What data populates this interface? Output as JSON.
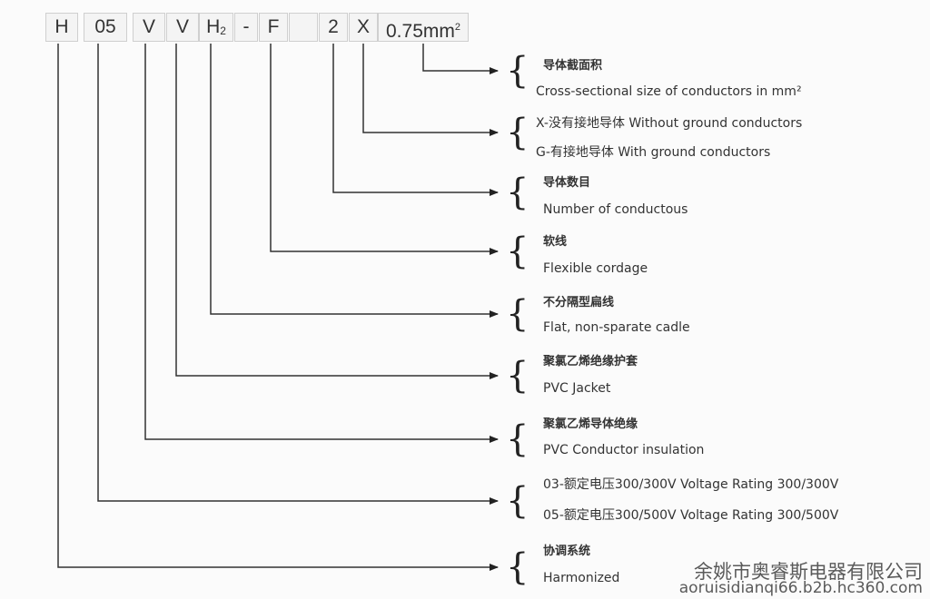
{
  "code_parts": [
    {
      "text": "H"
    },
    {
      "text": "05"
    },
    {
      "text": "V"
    },
    {
      "text": "V"
    },
    {
      "text": "H",
      "sub": "2"
    },
    {
      "text": "-"
    },
    {
      "text": "F"
    },
    {
      "text": ""
    },
    {
      "text": "2"
    },
    {
      "text": "X"
    },
    {
      "text": "0.75mm",
      "sup": "2"
    }
  ],
  "labels": {
    "cross_zh": "导体截面积",
    "cross_en": "Cross-sectional size of conductors in mm²",
    "ground_x": "X-没有接地导体  Without ground conductors",
    "ground_g": "G-有接地导体     With ground conductors",
    "number_zh": "导体数目",
    "number_en": "Number of conductous",
    "flex_zh": "软线",
    "flex_en": "Flexible cordage",
    "flat_zh": "不分隔型扁线",
    "flat_en": "Flat, non-sparate cadle",
    "jacket_zh": "聚氯乙烯绝缘护套",
    "jacket_en": "PVC Jacket",
    "insul_zh": "聚氯乙烯导体绝缘",
    "insul_en": "PVC Conductor insulation",
    "volt_03": "03-额定电压300/300V  Voltage Rating 300/300V",
    "volt_05": "05-额定电压300/500V  Voltage Rating 300/500V",
    "harm_zh": "协调系统",
    "harm_en": "Harmonized"
  },
  "watermark": {
    "company": "余姚市奥睿斯电器有限公司",
    "url": "aoruisidianqi66.b2b.hc360.com"
  }
}
